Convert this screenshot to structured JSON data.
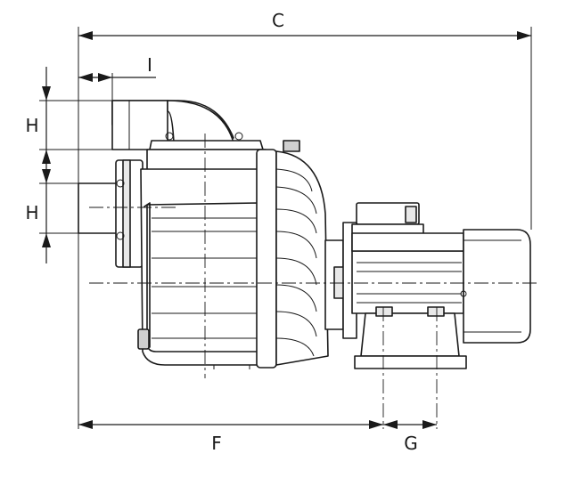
{
  "dimensions": {
    "overall_length": "C",
    "inlet_offset": "I",
    "height_upper": "H",
    "height_lower": "H",
    "base_to_suction": "F",
    "foot_spacing": "G"
  }
}
